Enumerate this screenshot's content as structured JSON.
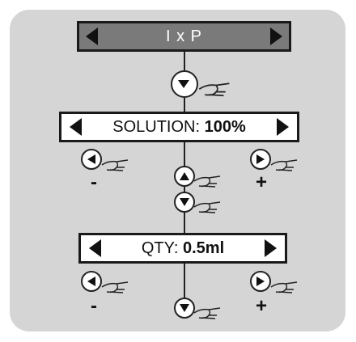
{
  "mode_bar": {
    "label": "I x P"
  },
  "solution_bar": {
    "label": "SOLUTION: ",
    "value": "100%"
  },
  "qty_bar": {
    "label": "QTY: ",
    "value": "0.5ml"
  },
  "signs": {
    "minus": "-",
    "plus": "+"
  },
  "icons": {
    "down": "down-arrow-icon",
    "up": "up-arrow-icon",
    "left": "left-arrow-icon",
    "right": "right-arrow-icon",
    "hand": "pointing-hand-icon"
  },
  "colors": {
    "panel": "#d5d5d5",
    "mode_bar_fill": "#7a7a7a",
    "ink": "#1a1a1a"
  }
}
